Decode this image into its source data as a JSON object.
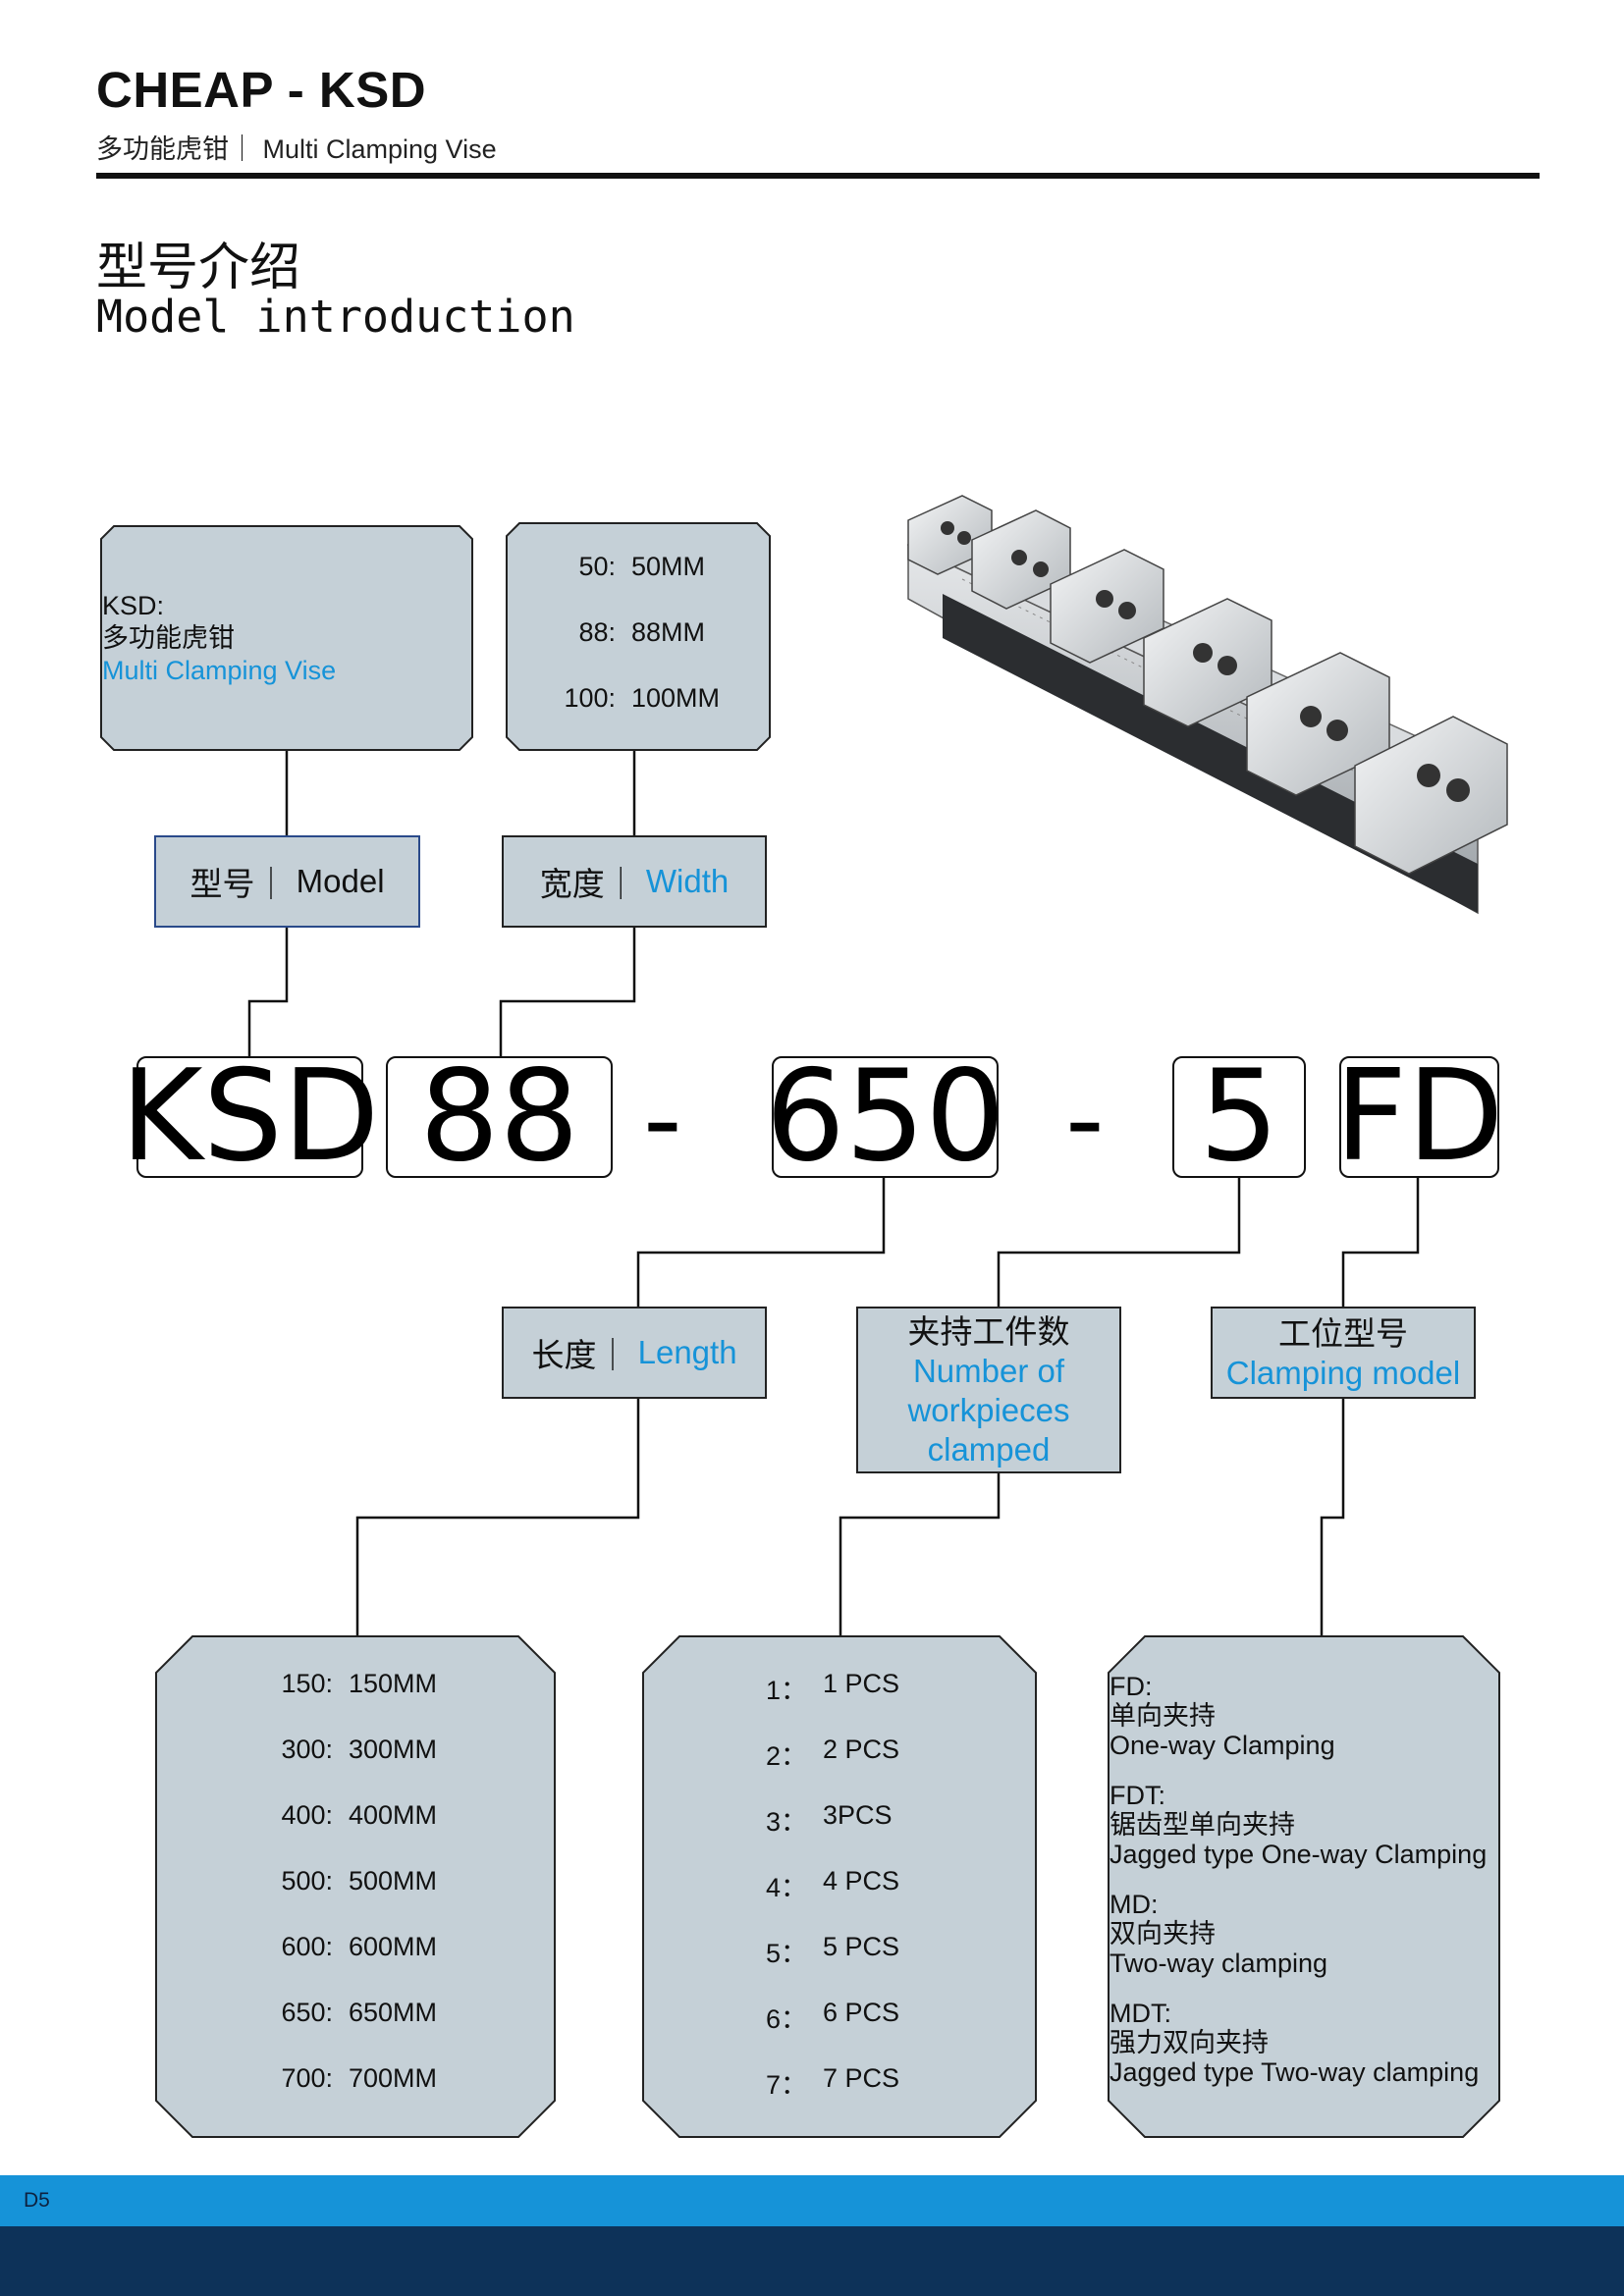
{
  "header": {
    "brand": "CHEAP - KSD",
    "subtitle": "多功能虎钳｜ Multi Clamping Vise"
  },
  "section": {
    "title_cn": "型号介绍",
    "title_en": "Model introduction"
  },
  "model_desc": {
    "code": "KSD:",
    "cn": "多功能虎钳",
    "en": "Multi Clamping Vise"
  },
  "width_options": [
    {
      "key": "50:",
      "value": "50MM"
    },
    {
      "key": "88:",
      "value": "88MM"
    },
    {
      "key": "100:",
      "value": "100MM"
    }
  ],
  "labels": {
    "model_cn": "型号｜",
    "model_en": "Model",
    "width_cn": "宽度｜",
    "width_en": "Width",
    "length_cn": "长度｜",
    "length_en": "Length",
    "count_cn": "夹持工件数",
    "count_en_1": "Number of",
    "count_en_2": "workpieces",
    "count_en_3": "clamped",
    "clamp_cn": "工位型号",
    "clamp_en": "Clamping model"
  },
  "code_parts": {
    "model": "KSD",
    "width": "88",
    "dash1": "-",
    "length": "650",
    "dash2": "-",
    "count": "5",
    "type": "FD"
  },
  "length_options": [
    {
      "key": "150:",
      "value": "150MM"
    },
    {
      "key": "300:",
      "value": "300MM"
    },
    {
      "key": "400:",
      "value": "400MM"
    },
    {
      "key": "500:",
      "value": "500MM"
    },
    {
      "key": "600:",
      "value": "600MM"
    },
    {
      "key": "650:",
      "value": "650MM"
    },
    {
      "key": "700:",
      "value": "700MM"
    }
  ],
  "count_options": [
    {
      "key": "1：",
      "value": "1 PCS"
    },
    {
      "key": "2：",
      "value": "2 PCS"
    },
    {
      "key": "3：",
      "value": "3PCS"
    },
    {
      "key": "4：",
      "value": "4 PCS"
    },
    {
      "key": "5：",
      "value": "5 PCS"
    },
    {
      "key": "6：",
      "value": "6 PCS"
    },
    {
      "key": "7：",
      "value": "7 PCS"
    }
  ],
  "clamp_types": [
    {
      "code": "FD:",
      "cn": "单向夹持",
      "en": "One-way Clamping"
    },
    {
      "code": "FDT:",
      "cn": "锯齿型单向夹持",
      "en": "Jagged type One-way Clamping"
    },
    {
      "code": "MD:",
      "cn": "双向夹持",
      "en": "Two-way clamping"
    },
    {
      "code": "MDT:",
      "cn": "强力双向夹持",
      "en": "Jagged type Two-way clamping"
    }
  ],
  "footer": {
    "page": "D5"
  },
  "colors": {
    "box_fill": "#c5d0d7",
    "accent_blue": "#1693d8",
    "footer_light": "#1693d8",
    "footer_dark": "#0d3259"
  }
}
